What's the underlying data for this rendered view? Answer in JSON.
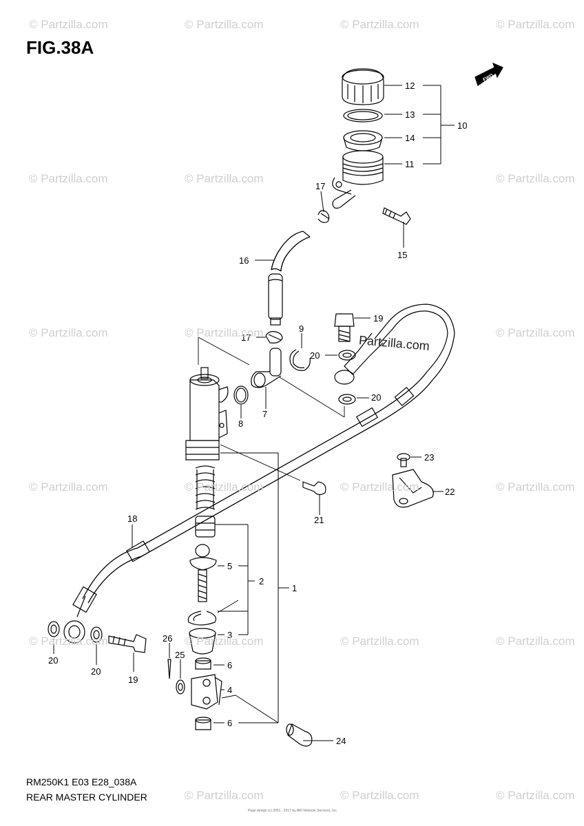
{
  "figure": {
    "title": "FIG.38A",
    "code": "RM250K1 E03 E28_038A",
    "name": "REAR MASTER CYLINDER",
    "copyright": "Page design (c) 2001 - 2017 by ARI Network Services, Inc."
  },
  "fwd_label": "FWD",
  "watermark": {
    "text": "© Partzilla.com",
    "overlay_text": "Partzilla.com"
  },
  "callouts": {
    "c1": "1",
    "c2": "2",
    "c3": "3",
    "c4": "4",
    "c5": "5",
    "c6a": "6",
    "c6b": "6",
    "c7": "7",
    "c8": "8",
    "c9": "9",
    "c10": "10",
    "c11": "11",
    "c12": "12",
    "c13": "13",
    "c14": "14",
    "c15": "15",
    "c16": "16",
    "c17a": "17",
    "c17b": "17",
    "c18": "18",
    "c19a": "19",
    "c19b": "19",
    "c20a": "20",
    "c20b": "20",
    "c20c": "20",
    "c20d": "20",
    "c21": "21",
    "c22": "22",
    "c23": "23",
    "c24": "24",
    "c25": "25",
    "c26": "26"
  }
}
